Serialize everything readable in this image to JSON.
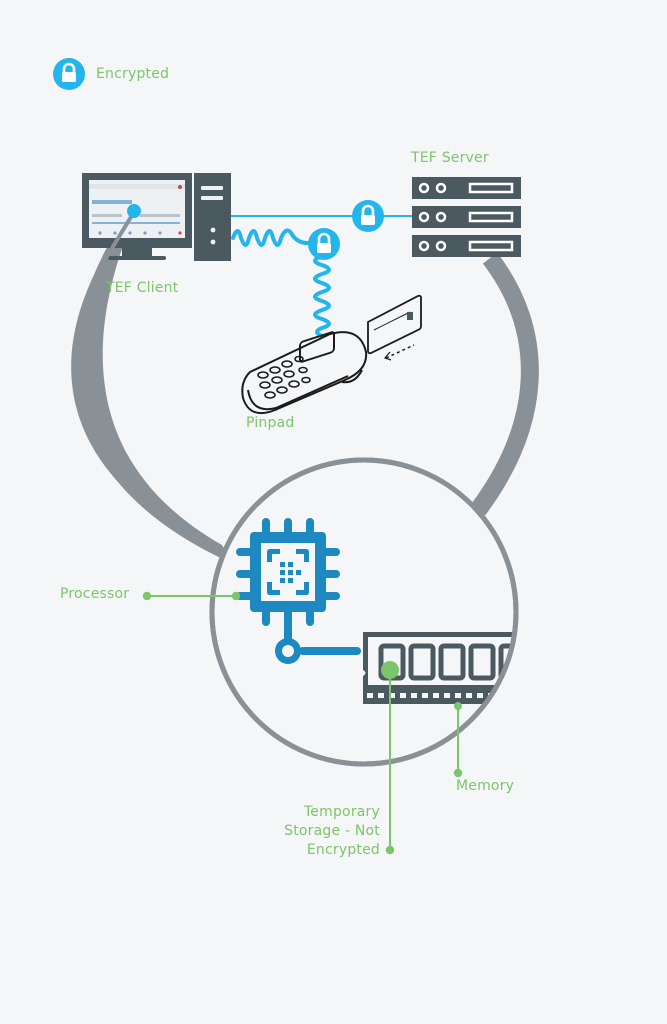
{
  "legend": {
    "icon": "lock-icon",
    "label": "Encrypted"
  },
  "nodes": {
    "client": {
      "label": "TEF Client"
    },
    "server": {
      "label": "TEF Server"
    },
    "pinpad": {
      "label": "Pinpad"
    }
  },
  "zoom_detail": {
    "processor": {
      "label": "Processor"
    },
    "memory": {
      "label": "Memory"
    },
    "temp_storage": {
      "label_lines": [
        "Temporary",
        "Storage - Not",
        "Encrypted"
      ]
    }
  },
  "connections": [
    {
      "from": "TEF Client",
      "to": "TEF Server",
      "encrypted": true
    },
    {
      "from": "TEF Client",
      "to": "Pinpad",
      "encrypted": true
    }
  ],
  "colors": {
    "encrypted_blue": "#23b5ec",
    "label_green": "#7cc56a",
    "device_dark": "#4b5961",
    "processor_blue": "#1e88c0",
    "connector_gray": "#8a9196",
    "background": "#f5f6f8"
  }
}
